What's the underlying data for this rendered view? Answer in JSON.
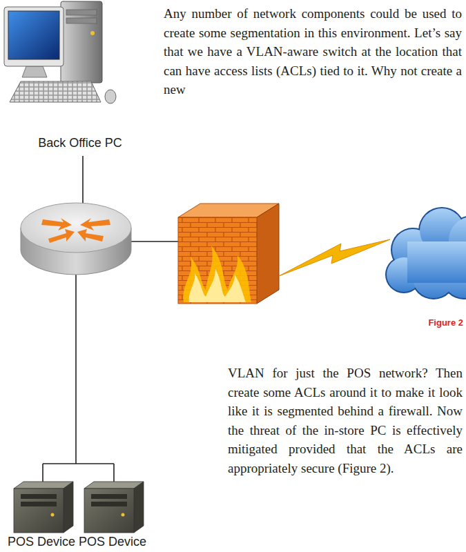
{
  "diagram": {
    "nodes": [
      {
        "text": [
          "Back Office PC"
        ]
      },
      {
        "text": [
          "POS Device"
        ]
      },
      {
        "text": [
          "POS Device"
        ]
      }
    ],
    "labels": [
      "Any number of network components could be used to create some segmentation in this environment. Let’s say that we have a VLAN-aware switch at the location that can have access lists (ACLs) tied to it. Why not create a new",
      "VLAN for just the POS network? Then create some ACLs around it to make it look like it is segmented behind a firewall. Now the threat of the in-store PC is effectively mitigated provided that the ACLs are appropriately secure (Figure 2).",
      "Figure 2"
    ]
  }
}
